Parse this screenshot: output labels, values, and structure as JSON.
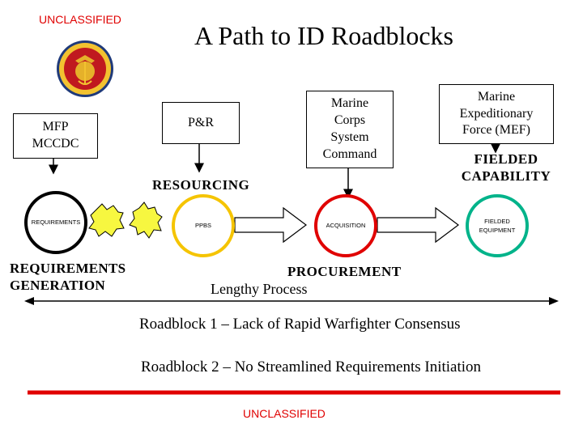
{
  "classification_top": "UNCLASSIFIED",
  "title": "A Path to ID Roadblocks",
  "emblem": {
    "name": "usmc-eagle-globe-anchor-seal"
  },
  "boxes": {
    "mfp": "MFP\nMCCDC",
    "pr": "P&R",
    "mcsc": "Marine\nCorps\nSystem\nCommand",
    "mef": "Marine\nExpeditionary\nForce (MEF)"
  },
  "labels": {
    "resourcing": "RESOURCING",
    "fielded_capability": "FIELDED\nCAPABILITY",
    "requirements_generation": "REQUIREMENTS\nGENERATION",
    "procurement": "PROCUREMENT",
    "lengthy_process": "Lengthy Process"
  },
  "circles": [
    {
      "label": "REQUIREMENTS",
      "color": "#000000"
    },
    {
      "label": "PPBS",
      "color": "#f5c400"
    },
    {
      "label": "ACQUISITION",
      "color": "#e00000"
    },
    {
      "label": "FIELDED\nEQUIPMENT",
      "color": "#00b38a"
    }
  ],
  "roadblocks": [
    "Roadblock 1 – Lack of Rapid Warfighter Consensus",
    "Roadblock 2 – No Streamlined Requirements Initiation"
  ],
  "classification_bottom": "UNCLASSIFIED",
  "colors": {
    "classification": "#e00000",
    "rule": "#e00000",
    "burst": "#f7f740"
  }
}
